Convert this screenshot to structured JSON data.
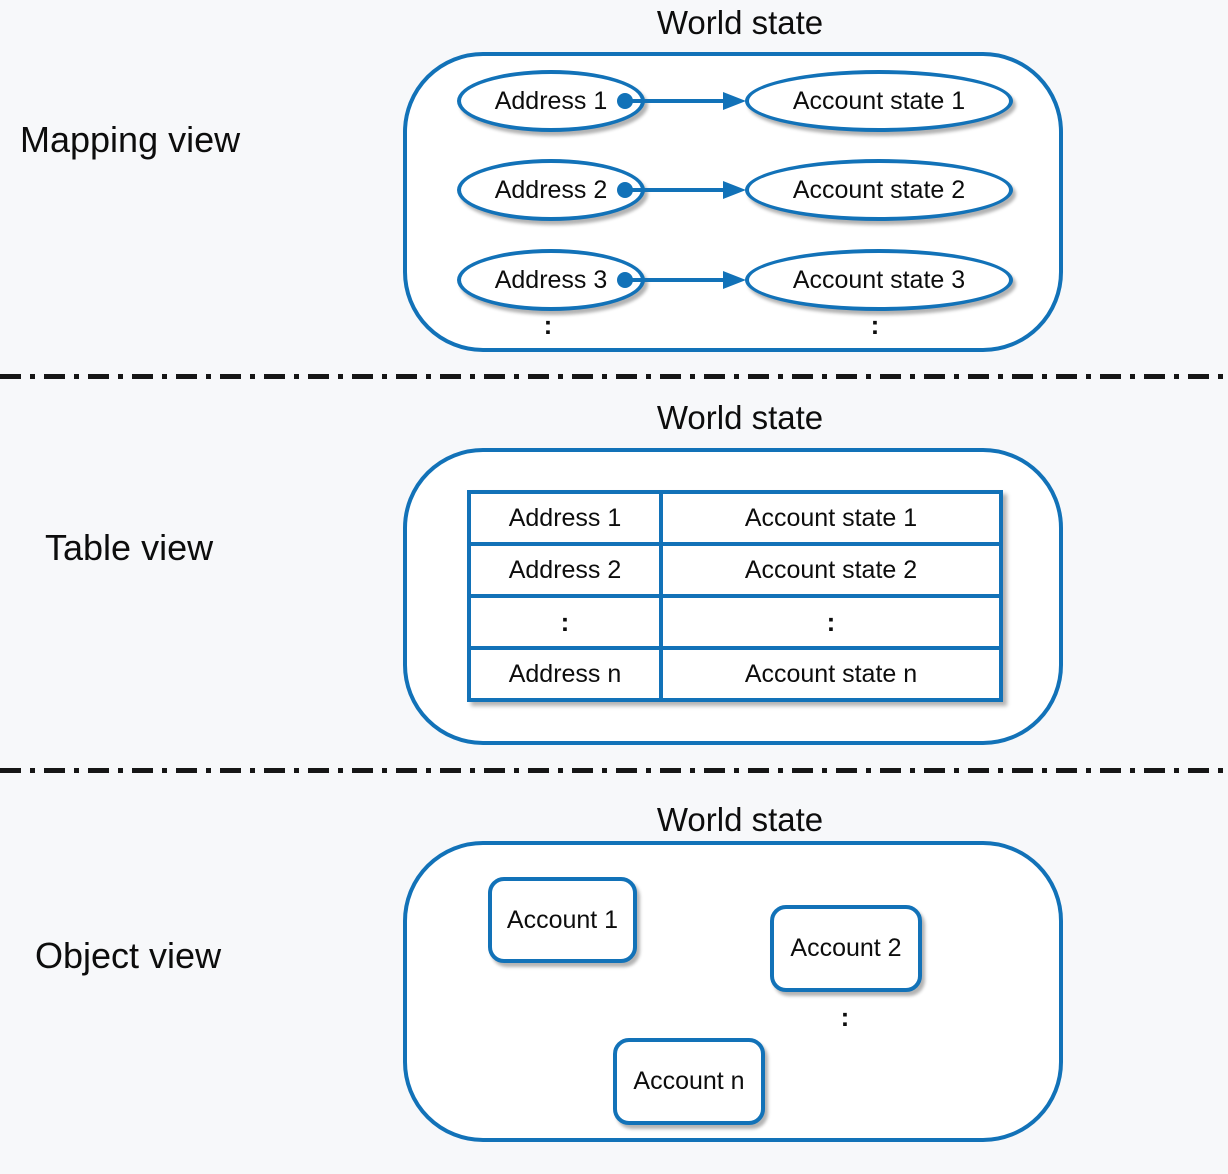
{
  "colors": {
    "accent": "#1272b8",
    "background": "#f7f8fa",
    "shape_fill": "#ffffff",
    "text": "#0d0d0d"
  },
  "mapping_view": {
    "label": "Mapping view",
    "title": "World state",
    "rows": [
      {
        "address": "Address 1",
        "account_state": "Account state 1"
      },
      {
        "address": "Address 2",
        "account_state": "Account state 2"
      },
      {
        "address": "Address 3",
        "account_state": "Account state 3"
      }
    ],
    "continuation": ":"
  },
  "table_view": {
    "label": "Table view",
    "title": "World state",
    "table": {
      "rows": [
        [
          "Address 1",
          "Account state 1"
        ],
        [
          "Address 2",
          "Account state 2"
        ],
        [
          ":",
          ":"
        ],
        [
          "Address n",
          "Account state n"
        ]
      ]
    }
  },
  "object_view": {
    "label": "Object view",
    "title": "World state",
    "boxes": [
      "Account 1",
      "Account 2",
      "Account n"
    ],
    "continuation": ":"
  }
}
